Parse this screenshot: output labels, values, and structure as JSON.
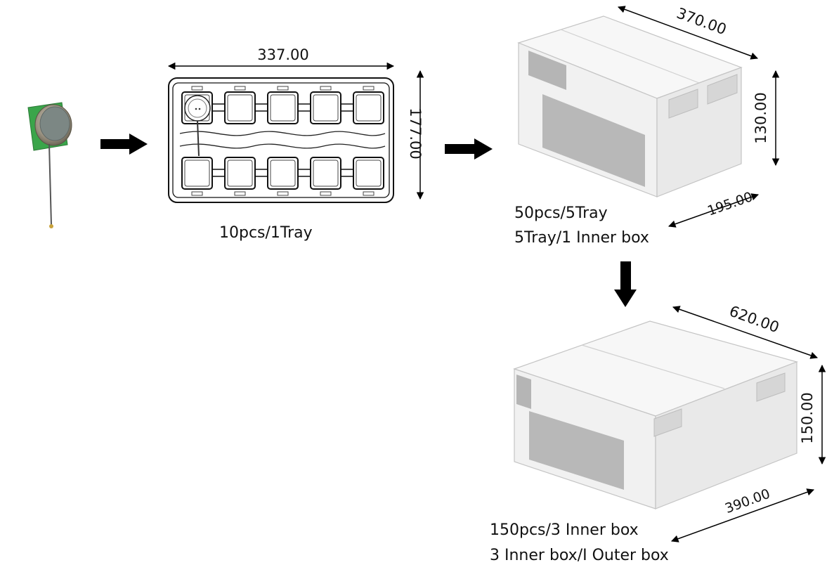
{
  "tray": {
    "width_dim": "337.00",
    "height_dim": "177.00",
    "caption": "10pcs/1Tray"
  },
  "inner_box": {
    "length_dim": "370.00",
    "height_dim": "130.00",
    "width_dim": "195.00",
    "caption_line1": "50pcs/5Tray",
    "caption_line2": "5Tray/1 Inner box"
  },
  "outer_box": {
    "length_dim": "620.00",
    "height_dim": "150.00",
    "width_dim": "390.00",
    "caption_line1": "150pcs/3 Inner box",
    "caption_line2": "3 Inner box/I Outer box"
  },
  "colors": {
    "arrow": "#000000",
    "box_face": "#f4f4f4",
    "box_edge": "#bdbdbd",
    "label_panel": "#b5b5b5",
    "antenna_pcb": "#3aa54a",
    "antenna_patch": "#a89f8e"
  }
}
